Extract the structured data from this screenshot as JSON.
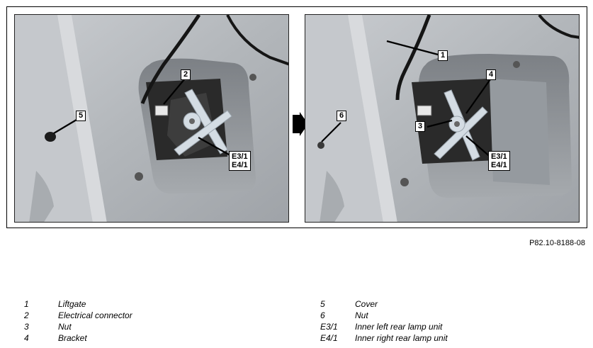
{
  "callouts_left": [
    {
      "id": "c2",
      "text": "2"
    },
    {
      "id": "c5",
      "text": "5"
    },
    {
      "id": "c34",
      "text": "E3/1\nE4/1"
    }
  ],
  "callouts_right": [
    {
      "id": "r1",
      "text": "1"
    },
    {
      "id": "r4",
      "text": "4"
    },
    {
      "id": "r3",
      "text": "3"
    },
    {
      "id": "r6",
      "text": "6"
    },
    {
      "id": "r34",
      "text": "E3/1\nE4/1"
    }
  ],
  "doc_id": "P82.10-8188-08",
  "legend_left": [
    {
      "num": "1",
      "desc": "Liftgate"
    },
    {
      "num": "2",
      "desc": "Electrical connector"
    },
    {
      "num": "3",
      "desc": "Nut"
    },
    {
      "num": "4",
      "desc": "Bracket"
    }
  ],
  "legend_right": [
    {
      "num": "5",
      "desc": "Cover"
    },
    {
      "num": "6",
      "desc": "Nut"
    },
    {
      "num": "E3/1",
      "desc": "Inner left rear lamp unit"
    },
    {
      "num": "E4/1",
      "desc": "Inner right rear lamp unit"
    }
  ],
  "icons": {
    "arrow": "arrow-right-icon"
  },
  "colors": {
    "panel": "#b9bcc0",
    "recess": "#8f9397",
    "dark": "#1a1a1a",
    "cover": "#d8dee4"
  }
}
